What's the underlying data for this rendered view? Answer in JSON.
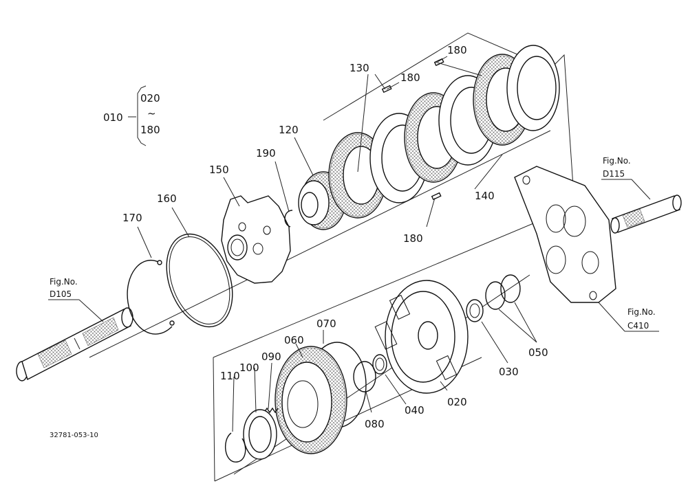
{
  "bracket": {
    "parent": "010",
    "from": "020",
    "tilde": "~",
    "to": "180"
  },
  "callouts": {
    "p020": "020",
    "p030": "030",
    "p040": "040",
    "p050": "050",
    "p060": "060",
    "p070": "070",
    "p080": "080",
    "p090": "090",
    "p100": "100",
    "p110": "110",
    "p120": "120",
    "p130": "130",
    "p140": "140",
    "p150": "150",
    "p160": "160",
    "p170": "170",
    "p180a": "180",
    "p180b": "180",
    "p180c": "180",
    "p190": "190"
  },
  "refs": {
    "d105": {
      "top": "Fig.No.",
      "bottom": "D105"
    },
    "d115": {
      "top": "Fig.No.",
      "bottom": "D115"
    },
    "c410": {
      "top": "Fig.No.",
      "bottom": "C410"
    }
  },
  "drawing_number": "32781-053-10"
}
